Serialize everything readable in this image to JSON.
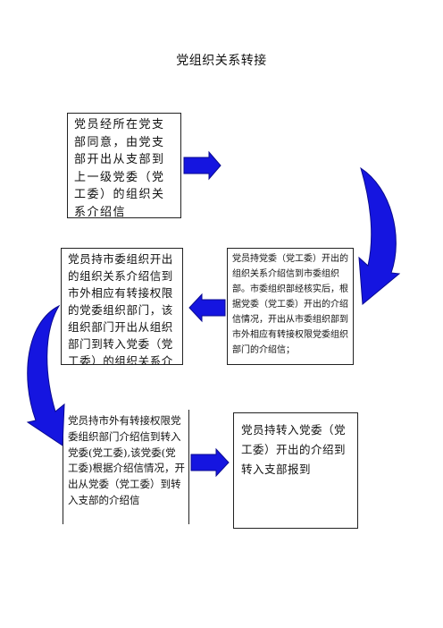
{
  "title": "党组织关系转接",
  "steps": [
    {
      "text": "党员经所在党支部同意，由党支部开出从支部到上一级党委（党工委）的组织关系介绍信"
    },
    {
      "text": "党员持党委（党工委）开出的组织关系介绍信到市委组织部。市委组织部经核实后，根据党委（党工委）开出的介绍信情况，开出从市委组织部到市外相应有转接权限党委组织部门的介绍信；"
    },
    {
      "text": "党员持市委组织开出的组织关系介绍信到市外相应有转接权限的党委组织部门，该组织部门开出从组织部门到转入党委（党工委）的组织关系介绍信"
    },
    {
      "text": "党员持市外有转接权限党委组织部门介绍信到转入党委(党工委),该党委(党工委)根据介绍信情况，开出从党委（党工委）到转入支部的介绍信"
    },
    {
      "text": "党员持转入党委（党工委）开出的介绍到转入支部报到"
    }
  ],
  "colors": {
    "arrow": "#1515e0",
    "arrow_stroke": "#0a0a90"
  }
}
